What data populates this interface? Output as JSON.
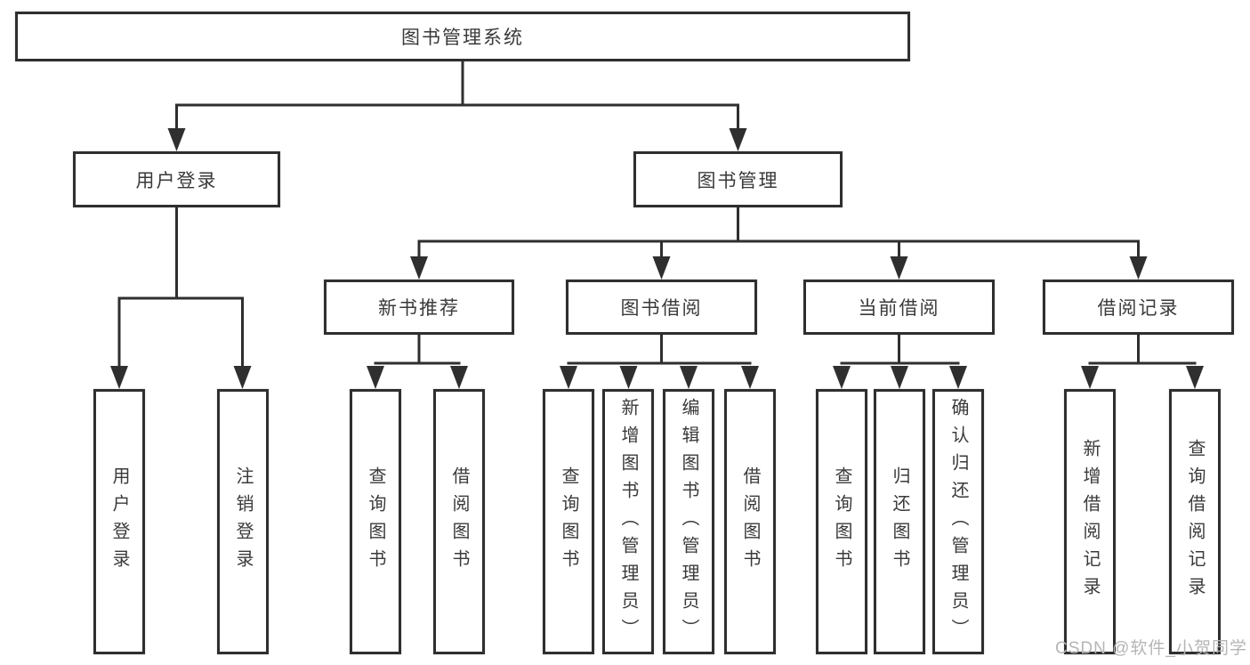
{
  "diagram": {
    "root": {
      "label": "图书管理系统"
    },
    "user_branch": {
      "label": "用户登录",
      "children": [
        "用户登录",
        "注销登录"
      ]
    },
    "book_branch": {
      "label": "图书管理",
      "sections": [
        {
          "label": "新书推荐",
          "children": [
            "查询图书",
            "借阅图书"
          ]
        },
        {
          "label": "图书借阅",
          "children": [
            "查询图书",
            "新增图书（管理员）",
            "编辑图书（管理员）",
            "借阅图书"
          ]
        },
        {
          "label": "当前借阅",
          "children": [
            "查询图书",
            "归还图书",
            "确认归还（管理员）"
          ]
        },
        {
          "label": "借阅记录",
          "children": [
            "新增借阅记录",
            "查询借阅记录"
          ]
        }
      ]
    }
  },
  "watermark": "CSDN @软件_小贺同学",
  "colors": {
    "line": "#2f2f2f",
    "text": "#3a3a3a",
    "bg": "#ffffff",
    "watermark": "#b5b5b5"
  }
}
